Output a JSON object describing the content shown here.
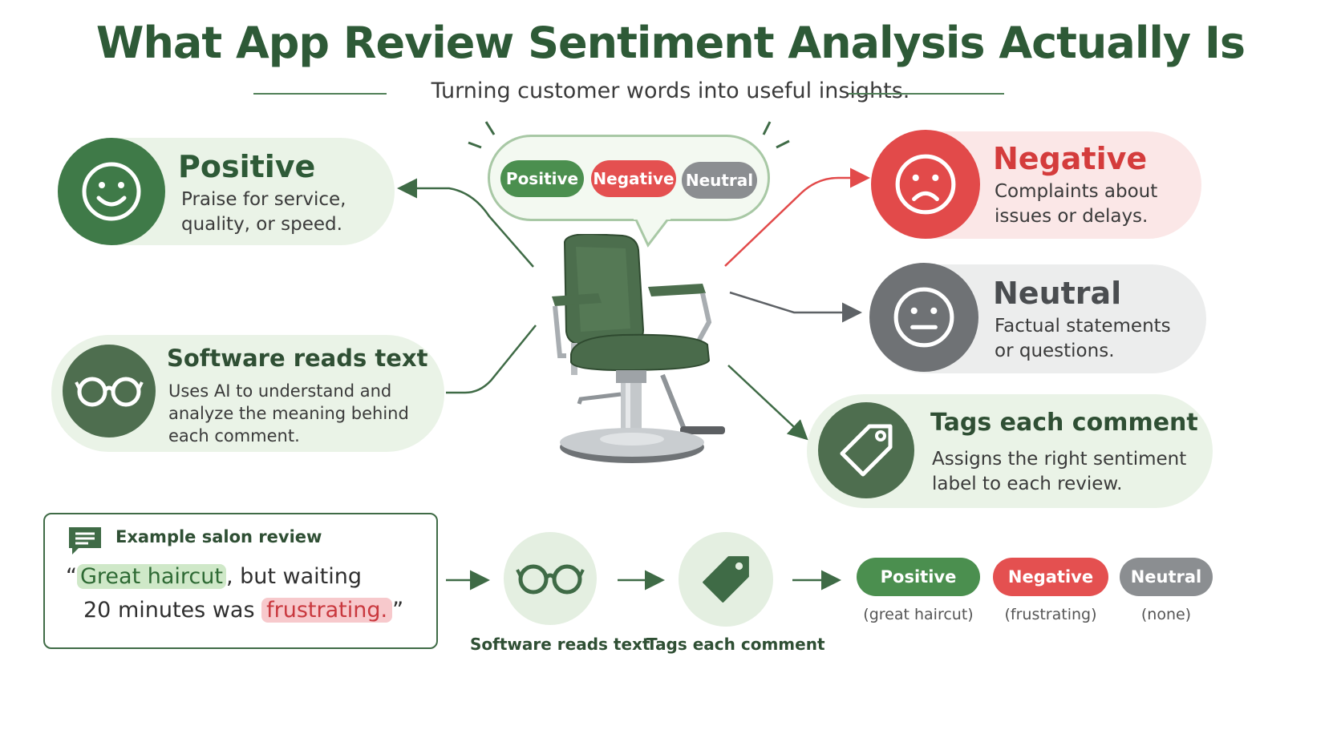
{
  "header": {
    "title": "What App Review Sentiment Analysis Actually Is",
    "subtitle": "Turning customer words into useful insights."
  },
  "bubble_tags": {
    "positive": "Positive",
    "negative": "Negative",
    "neutral": "Neutral"
  },
  "cards": {
    "positive": {
      "title": "Positive",
      "desc": "Praise for service, quality, or speed."
    },
    "software": {
      "title": "Software reads text",
      "desc": "Uses AI to understand and analyze the meaning behind each comment."
    },
    "negative": {
      "title": "Negative",
      "desc": "Complaints about issues or delays."
    },
    "neutral": {
      "title": "Neutral",
      "desc": "Factual statements or questions."
    },
    "tags": {
      "title": "Tags each comment",
      "desc": "Assigns the right sentiment label to each review."
    }
  },
  "review": {
    "heading": "Example salon review",
    "open_quote": "“",
    "positive_phrase": "Great haircut",
    "middle_text": ", but waiting",
    "line2_start": "20 minutes was",
    "negative_phrase": "frustrating.",
    "close_quote": "”"
  },
  "flow": {
    "step1": "Software reads text",
    "step2": "Tags each comment"
  },
  "results": [
    {
      "label": "Positive",
      "sub": "(great haircut)"
    },
    {
      "label": "Negative",
      "sub": "(frustrating)"
    },
    {
      "label": "Neutral",
      "sub": "(none)"
    }
  ],
  "colors": {
    "positive": "#4b8f4f",
    "negative": "#e45050",
    "neutral": "#8b8e91",
    "title": "#2e5a37"
  },
  "icons": [
    "smile-icon",
    "glasses-icon",
    "frown-icon",
    "neutral-face-icon",
    "tag-icon",
    "chat-icon",
    "salon-chair-image"
  ]
}
